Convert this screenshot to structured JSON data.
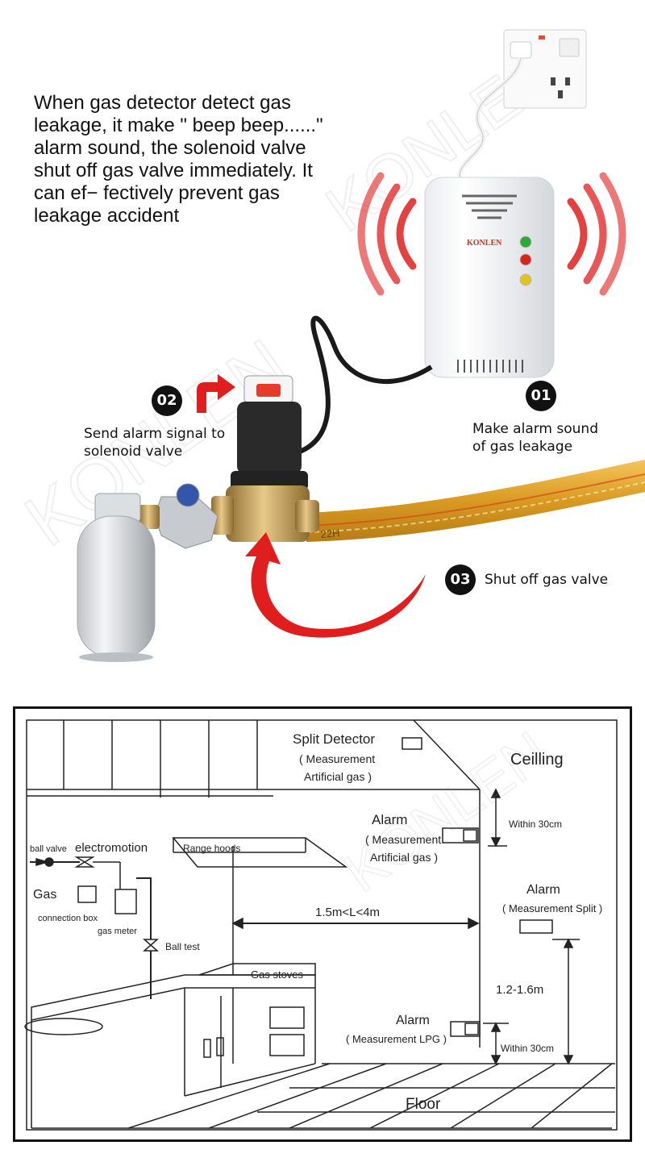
{
  "intro_text": "When gas detector detect gas leakage, it make \" beep beep......\" alarm sound,  the solenoid valve shut off gas valve immediately. It can ef− fectively prevent gas leakage accident",
  "steps": [
    {
      "number": "01",
      "text": "Make alarm sound\nof gas leakage"
    },
    {
      "number": "02",
      "text": "Send alarm signal to\nsolenoid valve"
    },
    {
      "number": "03",
      "text": "Shut off gas valve"
    }
  ],
  "detector_brand": "KONLEN",
  "hose_print": "22H",
  "watermark": "KONLEN",
  "diagram": {
    "split_detector": "Split Detector",
    "split_detector_sub1": "( Measurement",
    "split_detector_sub2": "Artificial gas )",
    "ceiling": "Ceilling",
    "alarm_top": "Alarm",
    "alarm_top_sub1": "( Measurement",
    "alarm_top_sub2": "Artificial gas )",
    "within_top": "Within 30cm",
    "alarm_split": "Alarm",
    "alarm_split_sub": "( Measurement Split )",
    "range_hoods": "Range hoods",
    "ball_valve": "ball valve",
    "electromotion": "electromotion",
    "gas": "Gas",
    "connection_box": "connection box",
    "gas_meter": "gas meter",
    "ball_test": "Ball test",
    "distance": "1.5m<L<4m",
    "height": "1.2-1.6m",
    "gas_stoves": "Gas stoves",
    "alarm_lpg": "Alarm",
    "alarm_lpg_sub": "( Measurement LPG )",
    "within_bottom": "Within 30cm",
    "floor": "Floor"
  },
  "colors": {
    "alarm_red": "#e01e1e",
    "led_green": "#2ea836",
    "led_red": "#d8251e",
    "led_yellow": "#e2c21e",
    "brass": "#c9a15a",
    "hose": "#e3a72b"
  }
}
